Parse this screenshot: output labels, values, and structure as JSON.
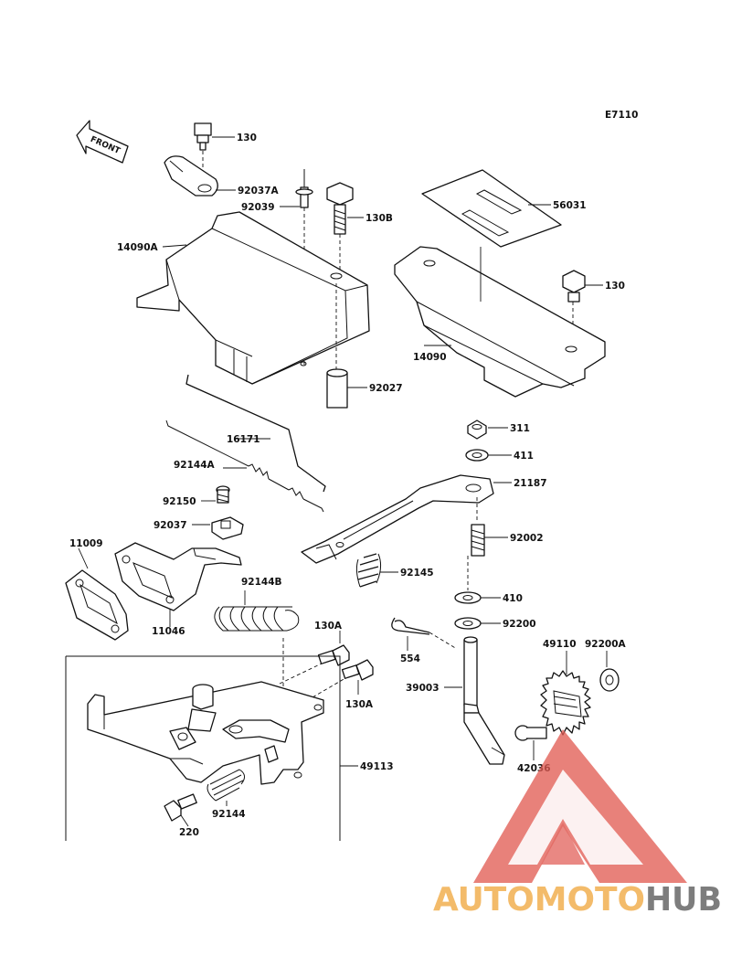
{
  "diagram": {
    "code": "E7110",
    "front_label": "FRONT",
    "parts": {
      "p130_top": "130",
      "p92037A": "92037A",
      "p92039": "92039",
      "p130B": "130B",
      "p14090A": "14090A",
      "p92027": "92027",
      "p56031": "56031",
      "p130_right": "130",
      "p14090": "14090",
      "p16171": "16171",
      "p92144A": "92144A",
      "p311": "311",
      "p411": "411",
      "p21187": "21187",
      "p92150": "92150",
      "p92037": "92037",
      "p92002": "92002",
      "p11009": "11009",
      "p92145": "92145",
      "p92144B": "92144B",
      "p410": "410",
      "p11046": "11046",
      "p130A_top": "130A",
      "p92200": "92200",
      "p554": "554",
      "p49110": "49110",
      "p92200A": "92200A",
      "p39003": "39003",
      "p130A_bottom": "130A",
      "p49113": "49113",
      "p42036": "42036",
      "p92144": "92144",
      "p220": "220"
    }
  },
  "watermark": {
    "brand_part1": "AUTOMOTO",
    "brand_part2": "HUB",
    "color_red": "#e05a52",
    "color_gold": "#f2b45a",
    "color_grey": "#6f6f6f"
  }
}
